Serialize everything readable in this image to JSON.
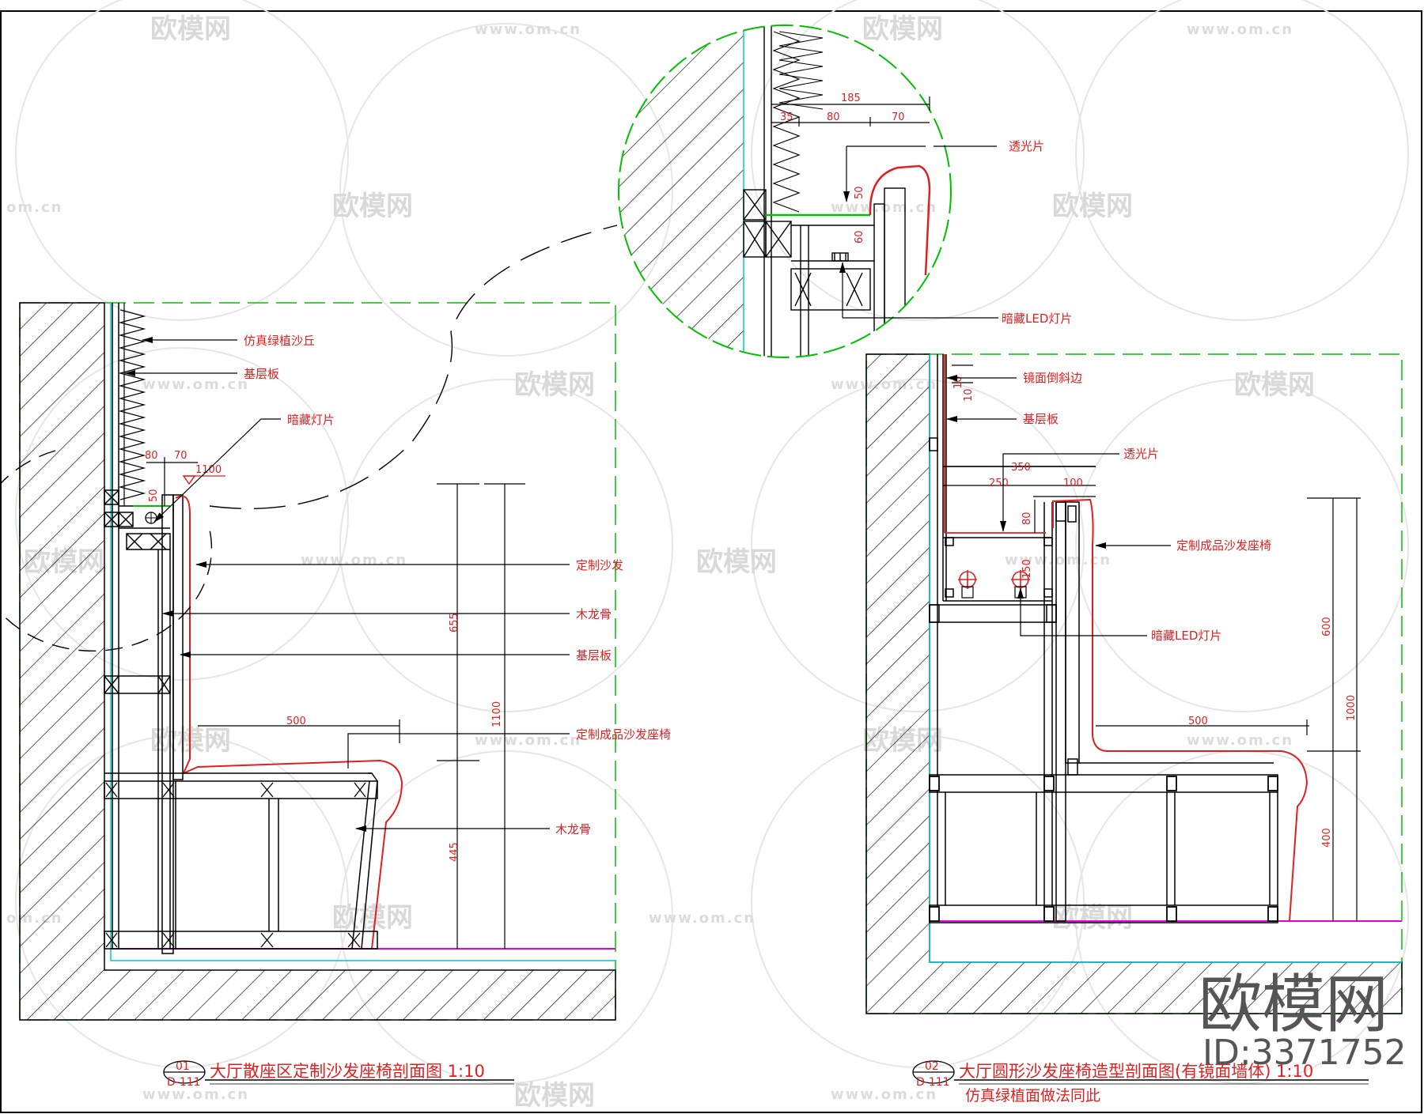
{
  "drawing_left": {
    "number": "01",
    "sheet": "D-111",
    "title": "大厅散座区定制沙发座椅剖面图 1:10",
    "notes": {
      "artificial_plant": "仿真绿植沙丘",
      "base_board_top": "基层板",
      "hidden_light": "暗藏灯片",
      "custom_sofa": "定制沙发",
      "wood_keel_upper": "木龙骨",
      "base_board_mid": "基层板",
      "finished_sofa_seat": "定制成品沙发座椅",
      "wood_keel_lower": "木龙骨"
    },
    "dims": {
      "d80": "80",
      "d70": "70",
      "d50": "50",
      "d1100": "1100",
      "d655": "655",
      "d1100_vertical": "1100",
      "d500": "500",
      "d445": "445"
    }
  },
  "detail": {
    "notes": {
      "translucent": "透光片",
      "led": "暗藏LED灯片"
    },
    "dims": {
      "d185": "185",
      "d35": "35",
      "d80": "80",
      "d70": "70",
      "d50": "50",
      "d60": "60"
    }
  },
  "drawing_right": {
    "number": "02",
    "sheet": "D-111",
    "title": "大厅圆形沙发座椅造型剖面图(有镜面墙体) 1:10",
    "subtitle": "仿真绿植面做法同此",
    "notes": {
      "mirror_bevel": "镜面倒斜边",
      "base_board": "基层板",
      "translucent": "透光片",
      "finished_sofa_seat": "定制成品沙发座椅",
      "led": "暗藏LED灯片"
    },
    "dims": {
      "d10a": "10",
      "d10b": "10",
      "d350": "350",
      "d250": "250",
      "d100": "100",
      "d80": "80",
      "d150": "150",
      "d600": "600",
      "d1000": "1000",
      "d500": "500",
      "d400": "400"
    }
  },
  "watermark": {
    "brand": "欧模网",
    "url": "www.om.cn",
    "url_short": "om.cn"
  },
  "logo": {
    "brand": "欧模网",
    "id": "ID:3371752"
  },
  "colors": {
    "annotation": "#e02020",
    "section_boundary": "#00c000",
    "finish_line": "#00c8d8",
    "floor_line": "#e000e0",
    "structure": "#000000"
  }
}
